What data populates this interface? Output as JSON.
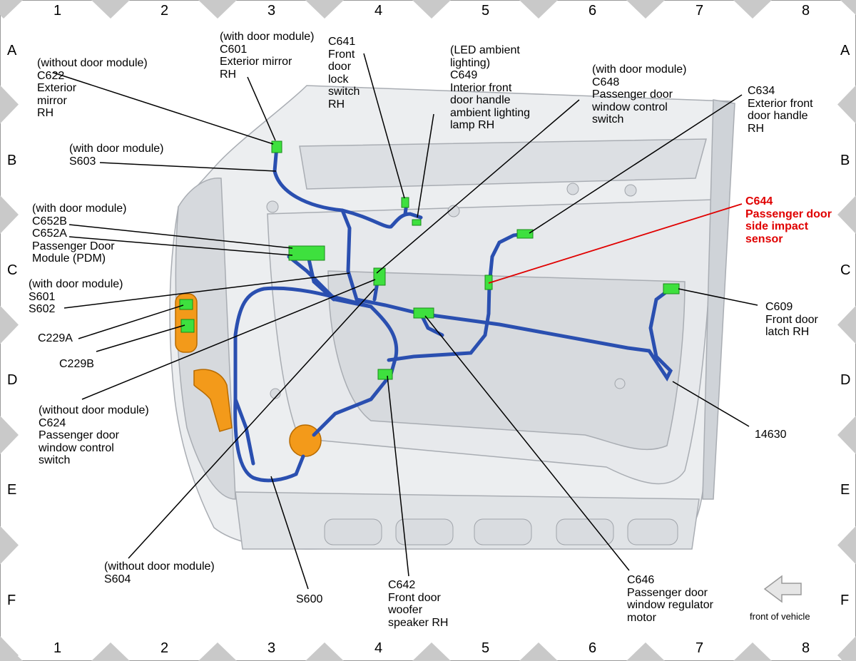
{
  "grid": {
    "columns": [
      "1",
      "2",
      "3",
      "4",
      "5",
      "6",
      "7",
      "8"
    ],
    "rows": [
      "A",
      "B",
      "C",
      "D",
      "E",
      "F"
    ]
  },
  "colors": {
    "harness": "#2a4fb0",
    "connector": "#3ee03e",
    "orange_part": "#f39a1a",
    "highlight": "#e00000",
    "door_panel": "#e4e6e9"
  },
  "labels": {
    "c622": "(without door module)\nC622\nExterior\nmirror\nRH",
    "c601": "(with door module)\nC601\nExterior mirror\nRH",
    "c641": "C641\nFront\ndoor\nlock\nswitch\nRH",
    "c649": "(LED ambient\nlighting)\nC649\nInterior front\ndoor handle\nambient lighting\nlamp RH",
    "c648": "(with door module)\nC648\nPassenger door\nwindow control\nswitch",
    "c634": "C634\nExterior front\ndoor handle\nRH",
    "s603": "(with door module)\nS603",
    "c644": "C644\nPassenger door\nside impact\nsensor",
    "c652": "(with door module)\nC652B\nC652A\nPassenger Door\nModule (PDM)",
    "s601": "(with door module)\nS601\nS602",
    "c609": "C609\nFront door\nlatch RH",
    "c229a": "C229A",
    "c229b": "C229B",
    "c624": "(without door module)\nC624\nPassenger door\nwindow control\nswitch",
    "n14630": "14630",
    "s604": "(without door module)\nS604",
    "s600": "S600",
    "c642": "C642\nFront door\nwoofer\nspeaker RH",
    "c646": "C646\nPassenger door\nwindow regulator\nmotor"
  },
  "front_of_vehicle": "front of vehicle"
}
